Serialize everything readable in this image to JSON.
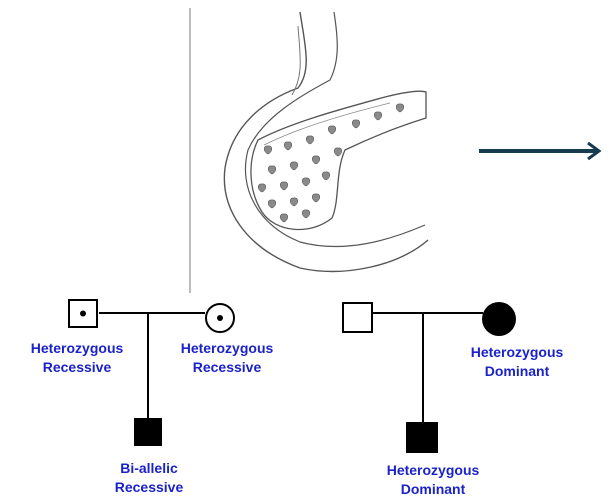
{
  "colors": {
    "label_text": "#1a22c8",
    "arrow": "#163a50",
    "line": "#000000",
    "organ_outline": "#555555"
  },
  "icons": [
    "pancreas-illustration",
    "right-arrow-icon"
  ],
  "pedigree_left": {
    "father": {
      "symbol": "square-with-dot",
      "label_line1": "Heterozygous",
      "label_line2": "Recessive"
    },
    "mother": {
      "symbol": "circle-with-dot",
      "label_line1": "Heterozygous",
      "label_line2": "Recessive"
    },
    "child": {
      "symbol": "filled-square",
      "label_line1": "Bi-allelic",
      "label_line2": "Recessive"
    }
  },
  "pedigree_right": {
    "father": {
      "symbol": "open-square"
    },
    "mother": {
      "symbol": "filled-circle",
      "label_line1": "Heterozygous",
      "label_line2": "Dominant"
    },
    "child": {
      "symbol": "filled-square",
      "label_line1": "Heterozygous",
      "label_line2": "Dominant"
    }
  }
}
